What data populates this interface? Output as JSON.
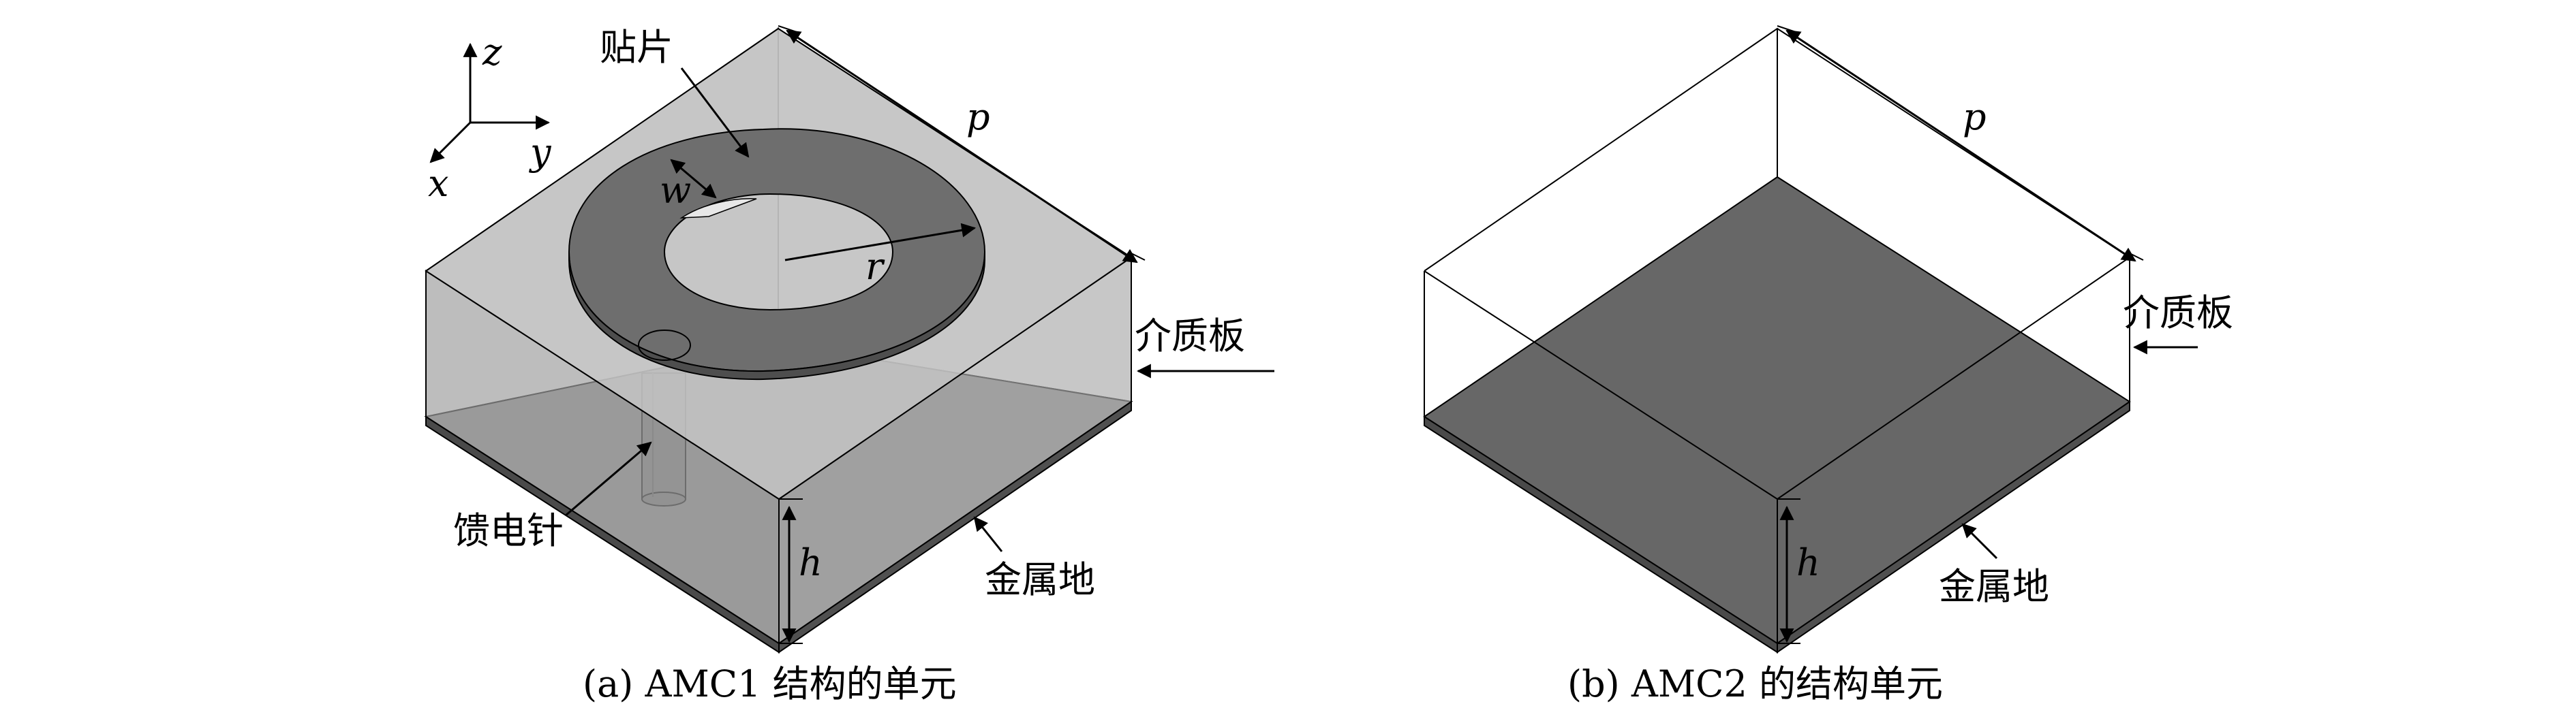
{
  "panel_a": {
    "axes": {
      "z": "z",
      "y": "y",
      "x": "x"
    },
    "labels": {
      "patch": "贴片",
      "substrate": "介质板",
      "feed_pin": "馈电针",
      "ground": "金属地"
    },
    "dims": {
      "p": "p",
      "w": "w",
      "r": "r",
      "h": "h"
    },
    "caption": "(a) AMC1 结构的单元"
  },
  "panel_b": {
    "labels": {
      "substrate": "介质板",
      "ground": "金属地"
    },
    "dims": {
      "p": "p",
      "h": "h"
    },
    "caption": "(b) AMC2 的结构单元"
  },
  "colors": {
    "substrate_fill": "#c8c8c8",
    "patch_fill": "#6e6e6e",
    "ground_fill": "#676767",
    "edge": "#000000"
  }
}
